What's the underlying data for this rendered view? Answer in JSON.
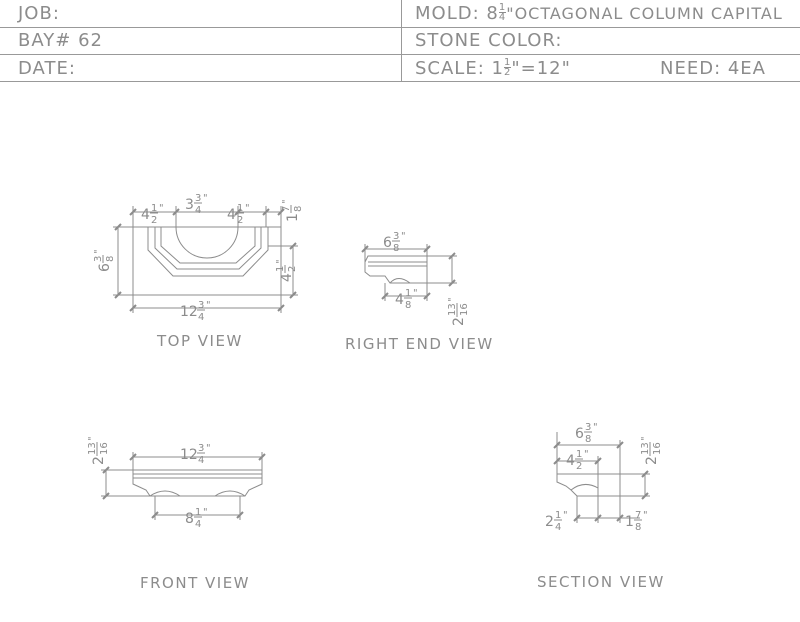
{
  "title_block": {
    "job": "JOB:",
    "bay": "BAY# 62",
    "date": "DATE:",
    "mold_prefix": "MOLD: 8",
    "mold_frac_num": "1",
    "mold_frac_den": "4",
    "mold_suffix": "\"OCTAGONAL COLUMN CAPITAL",
    "stone_color": "STONE COLOR:",
    "scale_prefix": "SCALE: 1",
    "scale_frac_num": "1",
    "scale_frac_den": "2",
    "scale_suffix": "\"=12\"",
    "need": "NEED: 4EA"
  },
  "views": {
    "top": "TOP VIEW",
    "right_end": "RIGHT END VIEW",
    "front": "FRONT VIEW",
    "section": "SECTION VIEW"
  },
  "dimensions": {
    "top_left": {
      "whole": "4",
      "num": "1",
      "den": "2",
      "unit": "\""
    },
    "top_center": {
      "whole": "3",
      "num": "3",
      "den": "4",
      "unit": "\""
    },
    "top_right": {
      "whole": "4",
      "num": "1",
      "den": "2",
      "unit": "\""
    },
    "top_far_right": {
      "whole": "1",
      "num": "7",
      "den": "8",
      "unit": "\""
    },
    "top_height": {
      "whole": "6",
      "num": "3",
      "den": "8",
      "unit": "\""
    },
    "top_inner_height": {
      "whole": "4",
      "num": "1",
      "den": "2",
      "unit": "\""
    },
    "top_width": {
      "whole": "12",
      "num": "3",
      "den": "4",
      "unit": "\""
    },
    "re_width": {
      "whole": "6",
      "num": "3",
      "den": "8",
      "unit": "\""
    },
    "re_bottom": {
      "whole": "4",
      "num": "1",
      "den": "8",
      "unit": "\""
    },
    "re_height": {
      "whole": "2",
      "num": "13",
      "den": "16",
      "unit": "\""
    },
    "front_height": {
      "whole": "2",
      "num": "13",
      "den": "16",
      "unit": "\""
    },
    "front_width": {
      "whole": "12",
      "num": "3",
      "den": "4",
      "unit": "\""
    },
    "front_bottom": {
      "whole": "8",
      "num": "1",
      "den": "4",
      "unit": "\""
    },
    "sec_top": {
      "whole": "6",
      "num": "3",
      "den": "8",
      "unit": "\""
    },
    "sec_inner": {
      "whole": "4",
      "num": "1",
      "den": "2",
      "unit": "\""
    },
    "sec_height": {
      "whole": "2",
      "num": "13",
      "den": "16",
      "unit": "\""
    },
    "sec_bottom_left": {
      "whole": "2",
      "num": "1",
      "den": "4",
      "unit": "\""
    },
    "sec_bottom_right": {
      "whole": "1",
      "num": "7",
      "den": "8",
      "unit": "\""
    }
  }
}
